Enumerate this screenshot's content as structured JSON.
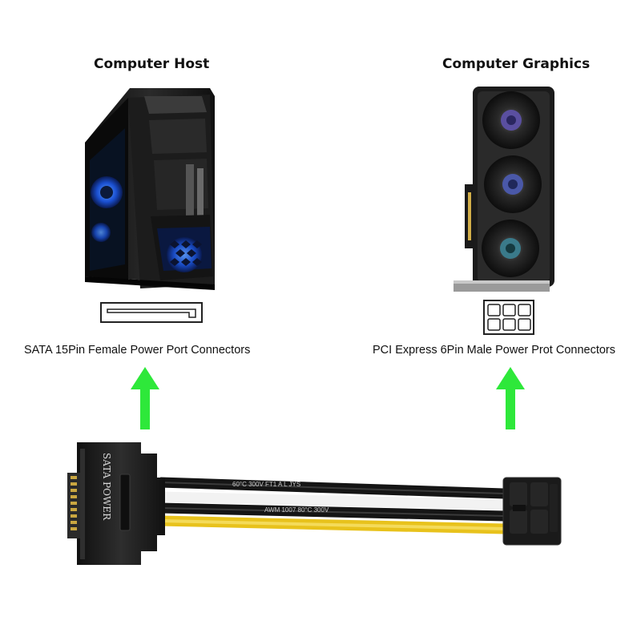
{
  "left": {
    "title": "Computer Host",
    "caption": "SATA 15Pin Female Power Port Connectors",
    "icon": "sata-port-icon"
  },
  "right": {
    "title": "Computer Graphics",
    "caption": "PCI Express 6Pin Male Power Prot Connectors",
    "icon": "pcie-6pin-port-icon"
  },
  "cable": {
    "sata_label": "SATA POWER",
    "wire_print_top": "60°C 300V FT1 A L JYS",
    "wire_print_bottom": "AWM 1007 80°C 300V"
  },
  "colors": {
    "arrow": "#2ee83a",
    "wire_black": "#151515",
    "wire_yellow": "#e8c21c",
    "connector": "#1a1a1a"
  }
}
